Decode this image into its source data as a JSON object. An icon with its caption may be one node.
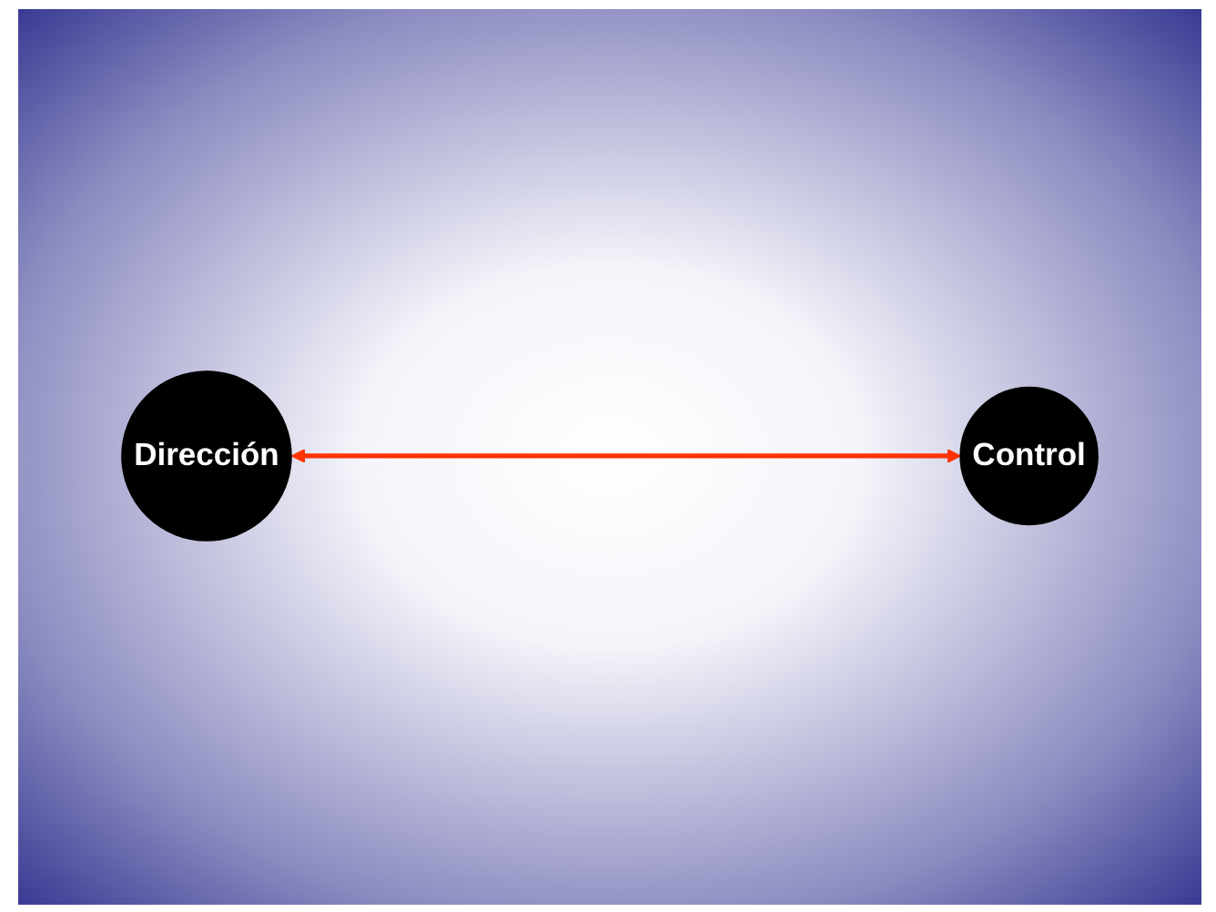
{
  "diagram": {
    "nodes": [
      {
        "text": [
          "Dirección"
        ]
      },
      {
        "text": [
          "Control"
        ]
      }
    ],
    "edges": [
      {
        "from": 0,
        "to": 1,
        "arrow": "both",
        "color": "#ff3300"
      }
    ]
  }
}
